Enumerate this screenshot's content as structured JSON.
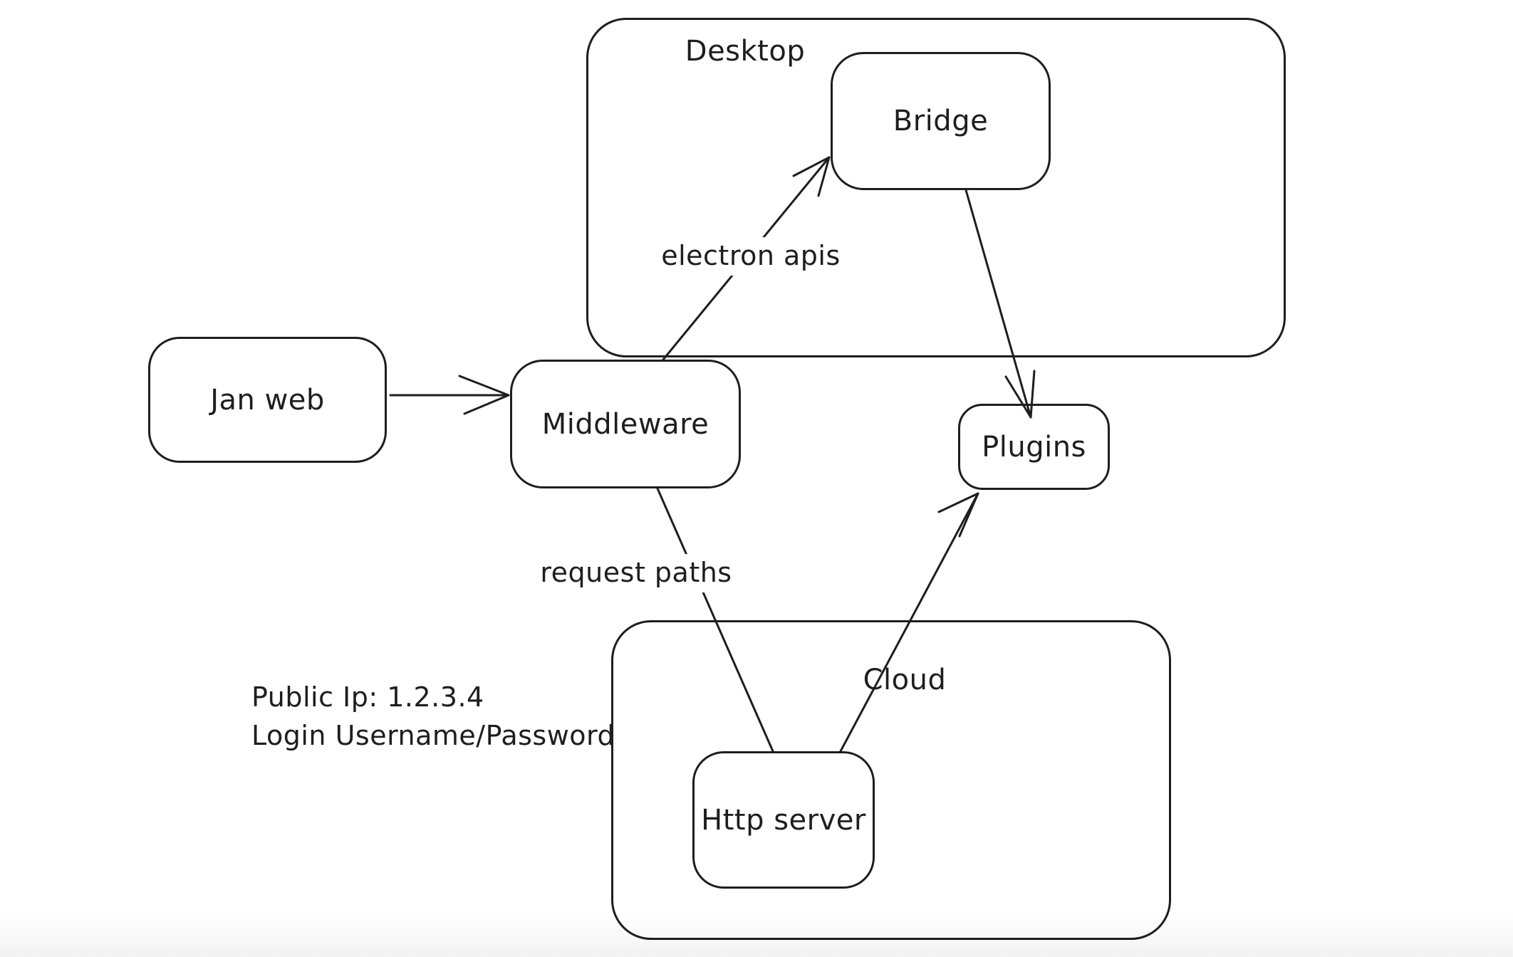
{
  "canvas": {
    "background_color": "#ffffff",
    "stroke_color": "#1e1e1e"
  },
  "containers": {
    "desktop": {
      "label": "Desktop"
    },
    "cloud": {
      "label": "Cloud"
    }
  },
  "nodes": {
    "jan_web": {
      "label": "Jan web"
    },
    "middleware": {
      "label": "Middleware"
    },
    "bridge": {
      "label": "Bridge"
    },
    "plugins": {
      "label": "Plugins"
    },
    "http_server": {
      "label": "Http server"
    }
  },
  "edges": [
    {
      "from": "Jan web",
      "to": "Middleware",
      "label": ""
    },
    {
      "from": "Middleware",
      "to": "Bridge",
      "label": "electron apis"
    },
    {
      "from": "Bridge",
      "to": "Plugins",
      "label": ""
    },
    {
      "from": "Middleware",
      "to": "Http server",
      "label": "request paths"
    },
    {
      "from": "Http server",
      "to": "Plugins",
      "label": ""
    }
  ],
  "annotations": {
    "public_ip_line": "Public Ip: 1.2.3.4",
    "login_line": "Login Username/Password"
  }
}
